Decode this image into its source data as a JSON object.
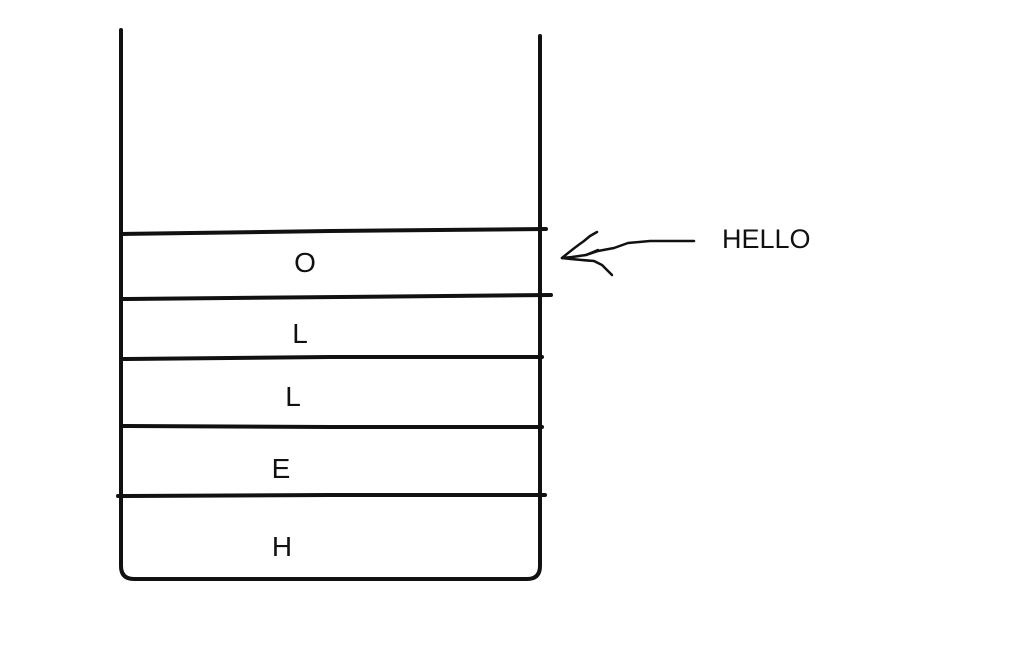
{
  "stack": {
    "cells": [
      {
        "letter": "O"
      },
      {
        "letter": "L"
      },
      {
        "letter": "L"
      },
      {
        "letter": "E"
      },
      {
        "letter": "H"
      }
    ]
  },
  "input": {
    "label": "HELLO"
  },
  "colors": {
    "ink": "#111111",
    "background": "#ffffff"
  }
}
